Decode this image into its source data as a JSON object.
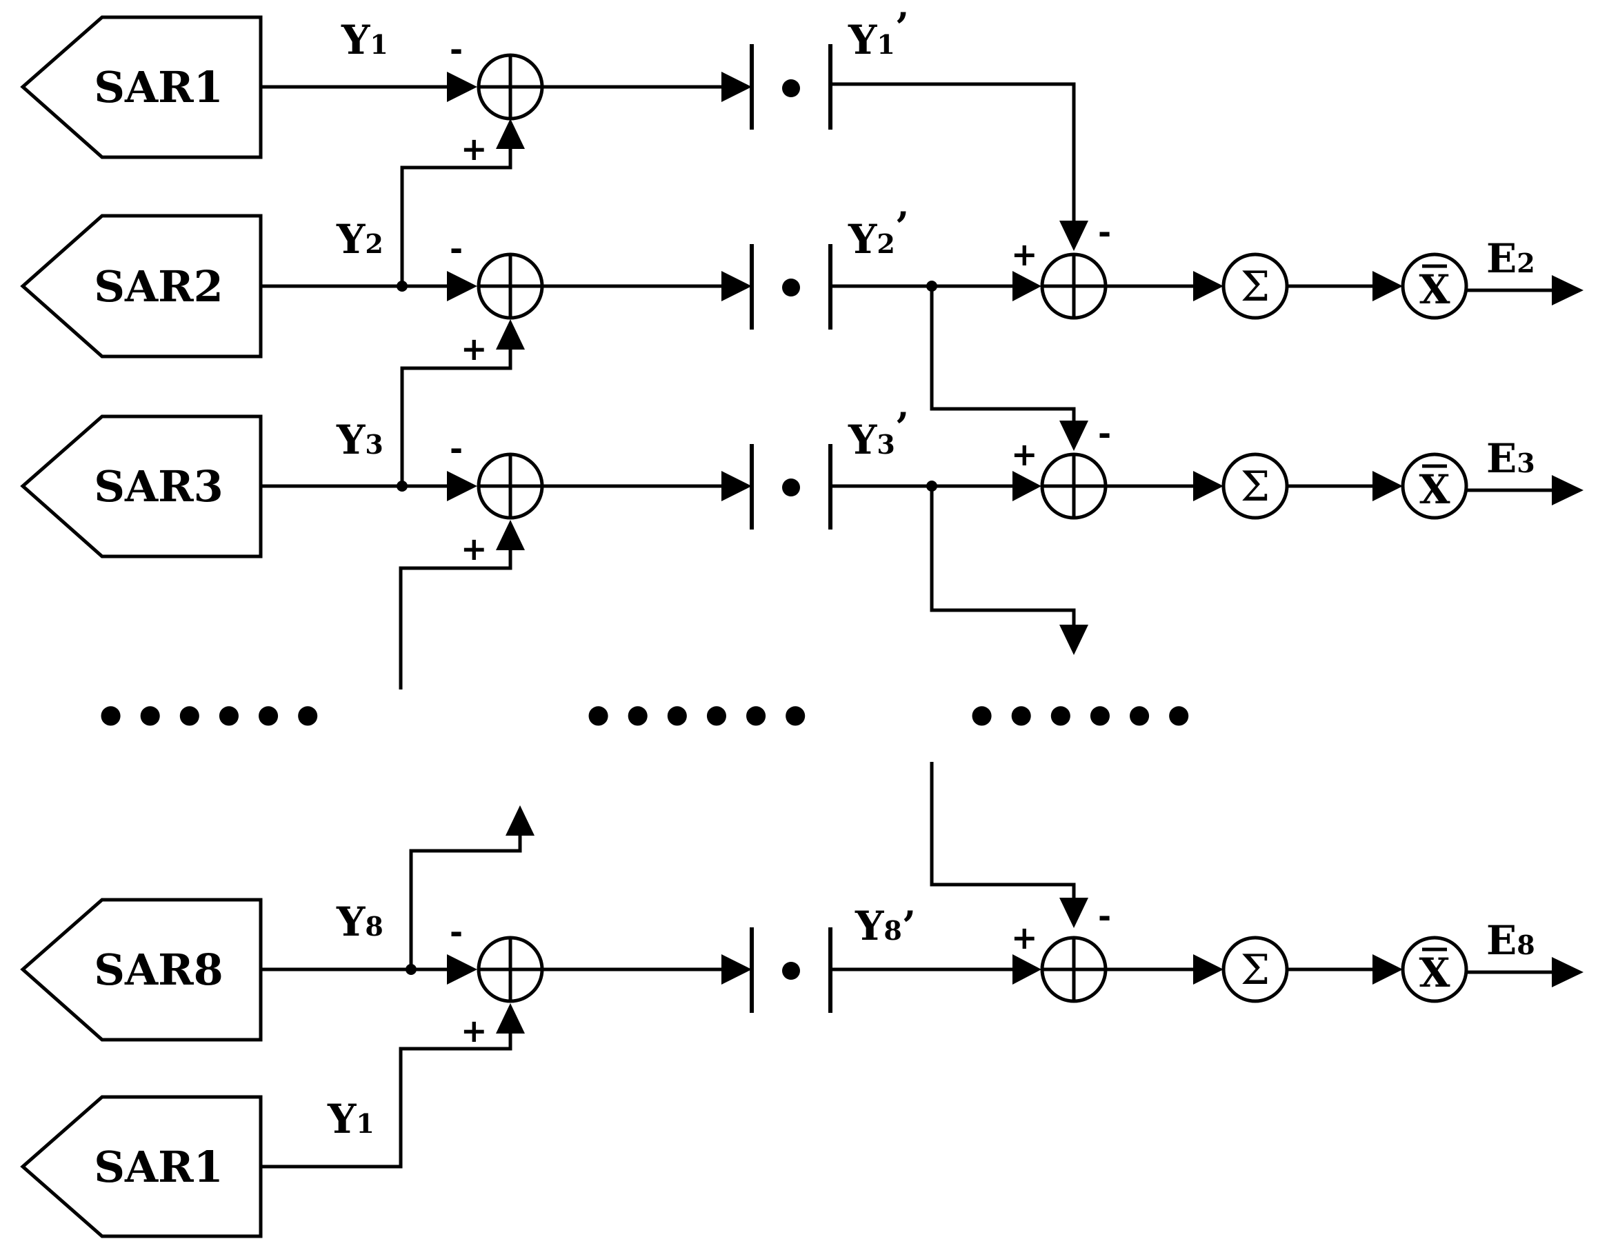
{
  "sources": [
    {
      "id": "sar1",
      "label": "SAR1"
    },
    {
      "id": "sar2",
      "label": "SAR2"
    },
    {
      "id": "sar3",
      "label": "SAR3"
    },
    {
      "id": "sar8",
      "label": "SAR8"
    },
    {
      "id": "sar1b",
      "label": "SAR1"
    }
  ],
  "signals": {
    "y1": {
      "main": "Y",
      "sub": "1"
    },
    "y2": {
      "main": "Y",
      "sub": "2"
    },
    "y3": {
      "main": "Y",
      "sub": "3"
    },
    "y8": {
      "main": "Y",
      "sub": "8"
    },
    "y1b": {
      "main": "Y",
      "sub": "1"
    },
    "y1p": {
      "main": "Y",
      "sub": "1",
      "prime": "’"
    },
    "y2p": {
      "main": "Y",
      "sub": "2",
      "prime": "’"
    },
    "y3p": {
      "main": "Y",
      "sub": "3",
      "prime": "’"
    },
    "y8p": {
      "main": "Y",
      "sub": "8",
      "prime": "’"
    }
  },
  "outputs": [
    {
      "main": "E",
      "sub": "2"
    },
    {
      "main": "E",
      "sub": "3"
    },
    {
      "main": "E",
      "sub": "8"
    }
  ],
  "symbols": {
    "plus": "+",
    "minus": "-",
    "sum": "Σ",
    "mean": "X",
    "ellipsis": "••••••"
  }
}
